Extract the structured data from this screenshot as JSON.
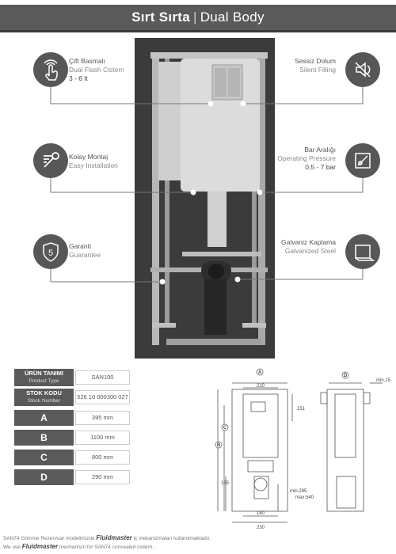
{
  "header": {
    "title_tr": "Sırt Sırta",
    "separator": "|",
    "title_en": "Dual Body"
  },
  "features": [
    {
      "tr": "Çift Basmalı",
      "en": "Dual Flash Cistern",
      "value": "3 - 6 lt",
      "icon": "hand-press-icon"
    },
    {
      "tr": "Kolay Montaj",
      "en": "Easy Installation",
      "value": "",
      "icon": "wrench-icon"
    },
    {
      "tr": "Garanti",
      "en": "Guarantee",
      "value": "",
      "icon": "shield-5-icon"
    },
    {
      "tr": "Sessiz Dolum",
      "en": "Silent Filling",
      "value": "",
      "icon": "mute-speaker-icon"
    },
    {
      "tr": "Bar Aralığı",
      "en": "Operating Pressure",
      "value": "0,5 - 7 bar",
      "icon": "pressure-gauge-icon"
    },
    {
      "tr": "Galvaniz Kaplama",
      "en": "Galvanized Steel",
      "value": "",
      "icon": "steel-plate-icon"
    }
  ],
  "spec_table": {
    "product_type_tr": "ÜRÜN TANIMI",
    "product_type_en": "Product Type",
    "product_type_value": "SAN100",
    "stock_no_tr": "STOK KODU",
    "stock_no_en": "Stock Number",
    "stock_no_value": "526 10 000300 027",
    "rows": [
      {
        "label": "A",
        "value": "395 mm"
      },
      {
        "label": "B",
        "value": "1100 mm"
      },
      {
        "label": "C",
        "value": "800 mm"
      },
      {
        "label": "D",
        "value": "290 mm"
      }
    ]
  },
  "drawing": {
    "marker_a": "A",
    "marker_b": "B",
    "marker_c": "C",
    "marker_d": "D",
    "dim_210": "210",
    "dim_151": "151",
    "dim_135": "135",
    "dim_180": "180",
    "dim_230": "230",
    "dim_min295": "min.295",
    "dim_max540": "max.540",
    "dim_min15": "min.15"
  },
  "footnote": {
    "tr_before": "SAN74 Gömme Rezervuar modelimizde",
    "brand": "Fluidmaster",
    "tr_after": "iç mekanizmaları kullanılmaktadır.",
    "en_before": "We use",
    "en_after": "mechanism for SAN74 concealed cistern."
  }
}
